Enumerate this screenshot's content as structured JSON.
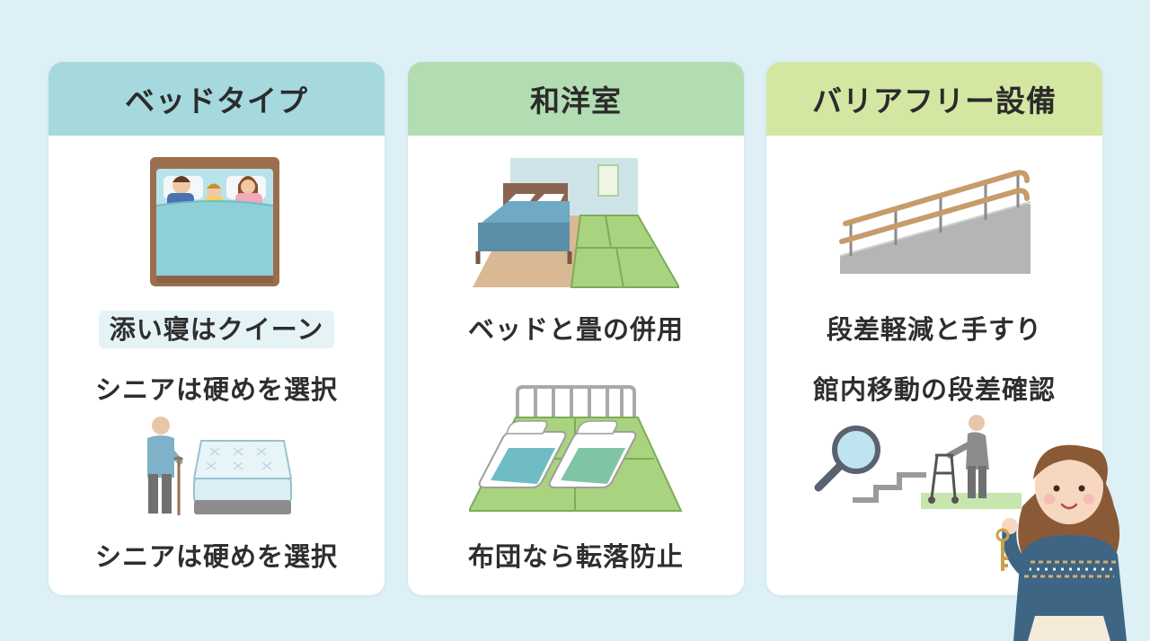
{
  "cards": [
    {
      "title": "ベッドタイプ",
      "header_color": "#a6d9de",
      "captions": [
        "添い寝はクイーン",
        "シニアは硬めを選択",
        "シニアは硬めを選択"
      ]
    },
    {
      "title": "和洋室",
      "header_color": "#b2dcb2",
      "captions": [
        "ベッドと畳の併用",
        "布団なら転落防止"
      ]
    },
    {
      "title": "バリアフリー設備",
      "header_color": "#d3e7a2",
      "captions": [
        "段差軽減と手すり",
        "館内移動の段差確認"
      ]
    }
  ],
  "icons": [
    "family-bed-icon",
    "senior-with-cane-icon",
    "mattress-icon",
    "bed-tatami-room-icon",
    "futon-tatami-icon",
    "ramp-handrail-icon",
    "magnifier-icon",
    "stairs-icon",
    "walker-senior-icon",
    "woman-holding-key-icon"
  ]
}
